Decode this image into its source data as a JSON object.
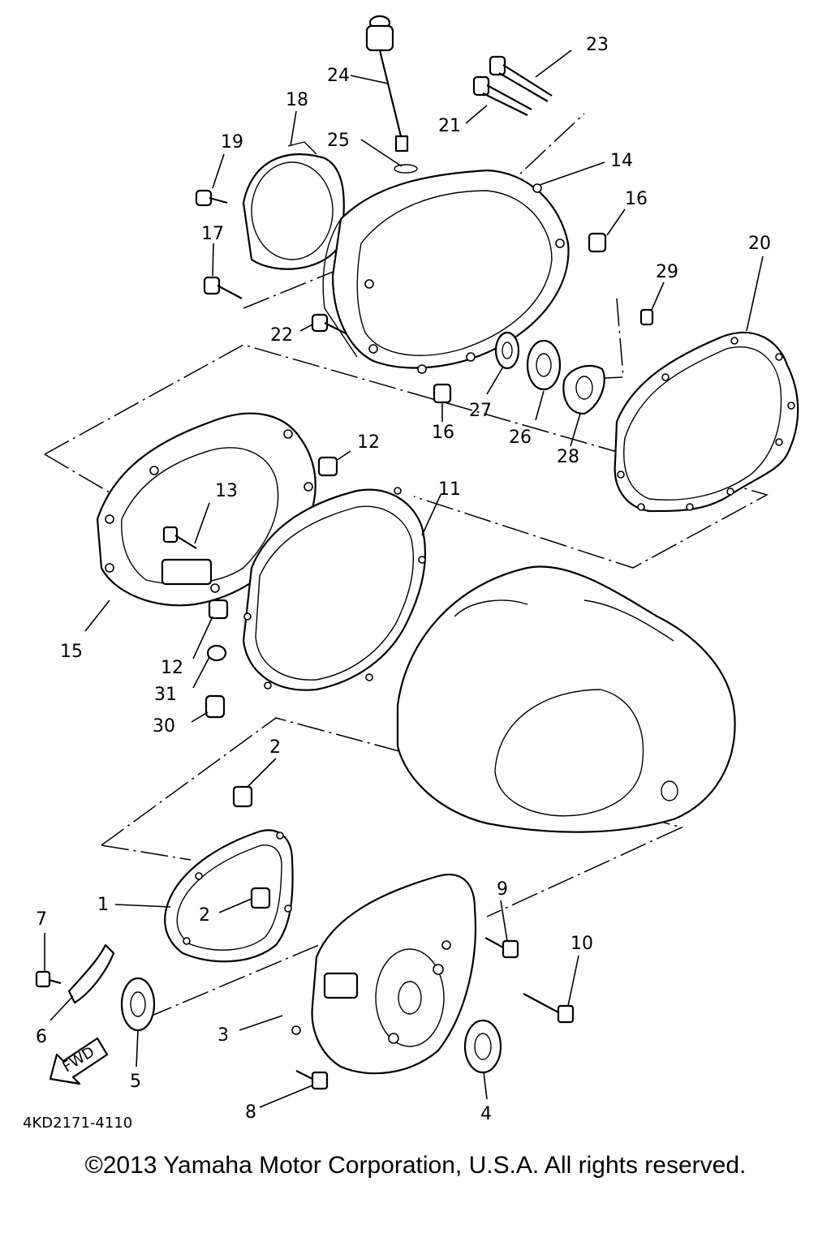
{
  "diagram": {
    "drawing_code": "4KD2171-4110",
    "fwd_label": "FWD",
    "copyright": "©2013 Yamaha Motor Corporation, U.S.A. All rights reserved.",
    "callouts": {
      "c1": "1",
      "c2a": "2",
      "c2b": "2",
      "c3": "3",
      "c4": "4",
      "c5": "5",
      "c6": "6",
      "c7": "7",
      "c8": "8",
      "c9": "9",
      "c10": "10",
      "c11": "11",
      "c12a": "12",
      "c12b": "12",
      "c13": "13",
      "c14": "14",
      "c15": "15",
      "c16a": "16",
      "c16b": "16",
      "c17": "17",
      "c18": "18",
      "c19": "19",
      "c20": "20",
      "c21": "21",
      "c22": "22",
      "c23": "23",
      "c24": "24",
      "c25": "25",
      "c26": "26",
      "c27": "27",
      "c28": "28",
      "c29": "29",
      "c30": "30",
      "c31": "31"
    }
  }
}
